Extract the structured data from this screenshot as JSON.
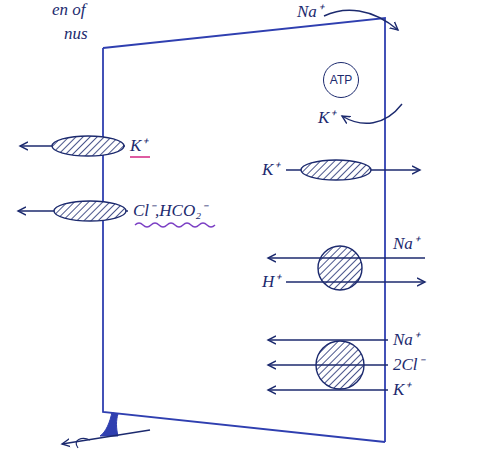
{
  "diagram": {
    "nodes": [
      {
        "text": [
          "ATP"
        ]
      }
    ],
    "labels": [
      "en of",
      "nus",
      "Na⁺",
      "K⁺",
      "K⁺",
      "Cl⁻,HCO₂⁻",
      "K⁺",
      "Na⁺",
      "H⁺",
      "Na⁺",
      "2Cl⁻",
      "K⁺"
    ]
  }
}
